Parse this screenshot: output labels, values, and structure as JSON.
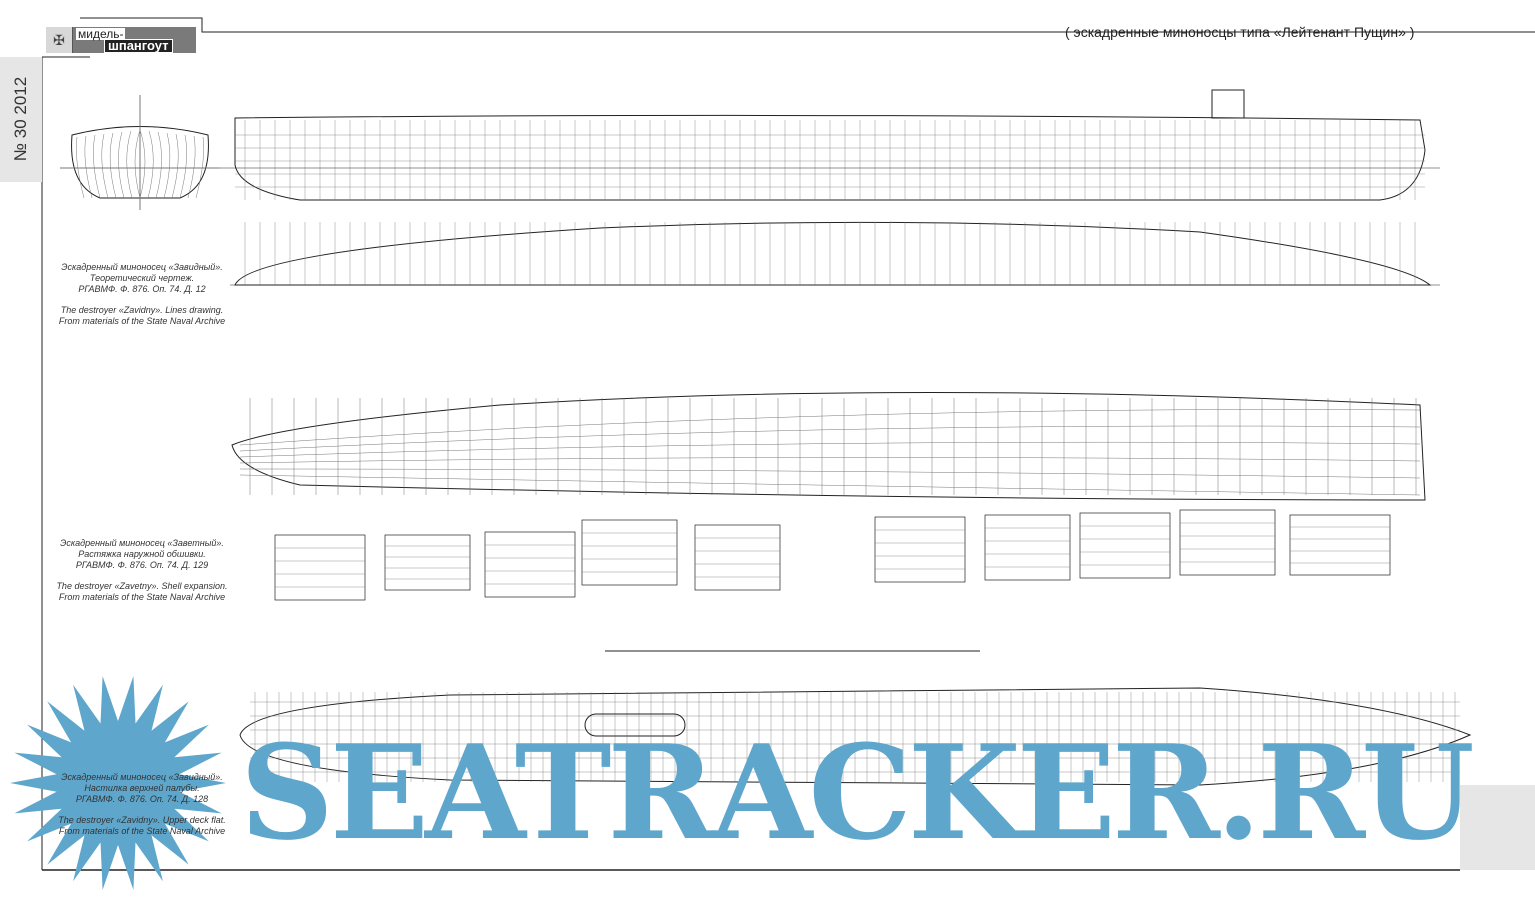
{
  "header": {
    "logo_line1": "мидель-",
    "logo_line2": "шпангоут",
    "series_title": "( эскадренные миноносцы типа «Лейтенант Пущин» )",
    "issue": "№ 30   2012"
  },
  "captions": [
    {
      "ru": [
        "Эскадренный миноносец «Завидный».",
        "Теоретический чертеж.",
        "РГАВМФ. Ф. 876. Оп. 74. Д. 12"
      ],
      "en": [
        "The destroyer «Zavidny». Lines drawing.",
        "From materials of the State Naval Archive"
      ]
    },
    {
      "ru": [
        "Эскадренный миноносец «Заветный».",
        "Растяжка наружной обшивки.",
        "РГАВМФ. Ф. 876. Оп. 74. Д. 129"
      ],
      "en": [
        "The destroyer «Zavetny». Shell expansion.",
        "From materials of the State Naval Archive"
      ]
    },
    {
      "ru": [
        "Эскадренный миноносец «Завидный».",
        "Настилка верхней палубы.",
        "РГАВМФ. Ф. 876. Оп. 74. Д. 128"
      ],
      "en": [
        "The destroyer «Zavidny». Upper deck flat.",
        "From materials of the State Naval Archive"
      ]
    }
  ],
  "watermark": "SEATRACKER.RU",
  "colors": {
    "watermark": "#5fa6cc",
    "panel": "#e6e6e6",
    "ink": "#222222"
  }
}
